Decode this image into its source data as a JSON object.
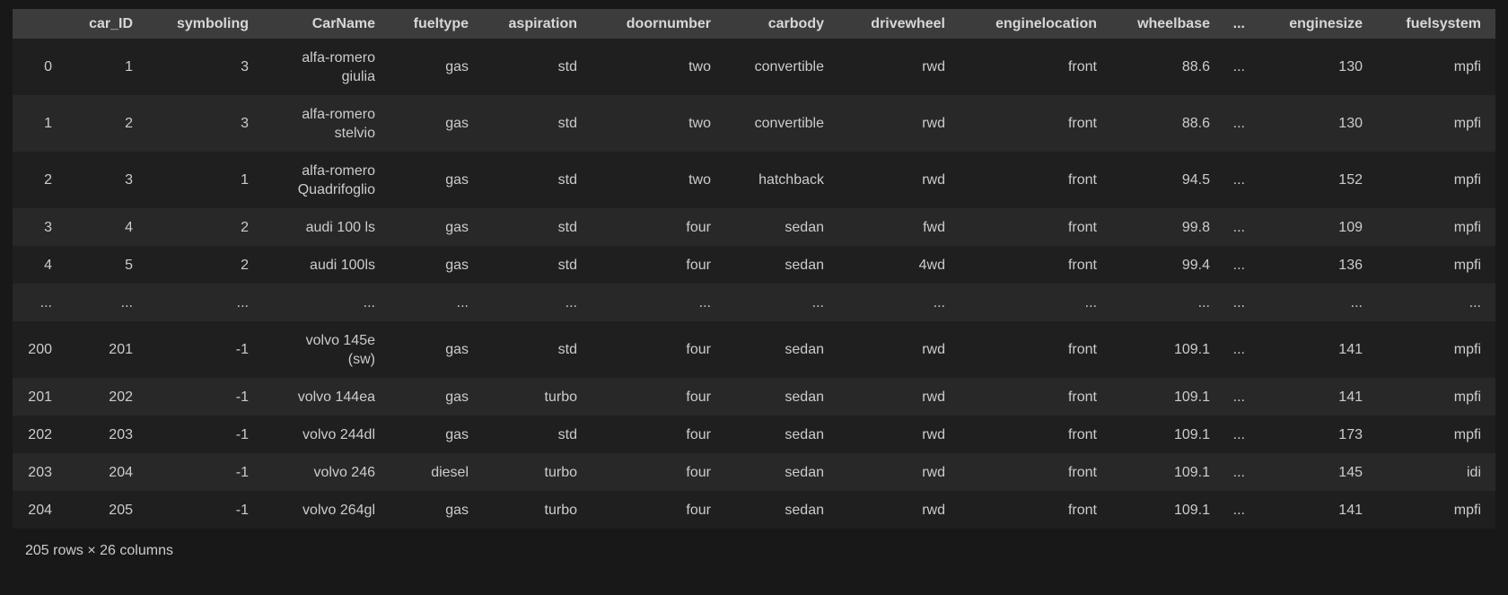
{
  "colors": {
    "page_bg": "#181818",
    "row_dark": "#1f1f1f",
    "row_light": "#282828",
    "header_bg": "#3c3c3c",
    "text": "#cccccc",
    "header_text": "#d7d7d7"
  },
  "table": {
    "columns": [
      "",
      "car_ID",
      "symboling",
      "CarName",
      "fueltype",
      "aspiration",
      "doornumber",
      "carbody",
      "drivewheel",
      "enginelocation",
      "wheelbase",
      "...",
      "enginesize",
      "fuelsystem"
    ],
    "rows": [
      [
        "0",
        "1",
        "3",
        "alfa-romero giulia",
        "gas",
        "std",
        "two",
        "convertible",
        "rwd",
        "front",
        "88.6",
        "...",
        "130",
        "mpfi"
      ],
      [
        "1",
        "2",
        "3",
        "alfa-romero stelvio",
        "gas",
        "std",
        "two",
        "convertible",
        "rwd",
        "front",
        "88.6",
        "...",
        "130",
        "mpfi"
      ],
      [
        "2",
        "3",
        "1",
        "alfa-romero Quadrifoglio",
        "gas",
        "std",
        "two",
        "hatchback",
        "rwd",
        "front",
        "94.5",
        "...",
        "152",
        "mpfi"
      ],
      [
        "3",
        "4",
        "2",
        "audi 100 ls",
        "gas",
        "std",
        "four",
        "sedan",
        "fwd",
        "front",
        "99.8",
        "...",
        "109",
        "mpfi"
      ],
      [
        "4",
        "5",
        "2",
        "audi 100ls",
        "gas",
        "std",
        "four",
        "sedan",
        "4wd",
        "front",
        "99.4",
        "...",
        "136",
        "mpfi"
      ],
      [
        "...",
        "...",
        "...",
        "...",
        "...",
        "...",
        "...",
        "...",
        "...",
        "...",
        "...",
        "...",
        "...",
        "..."
      ],
      [
        "200",
        "201",
        "-1",
        "volvo 145e (sw)",
        "gas",
        "std",
        "four",
        "sedan",
        "rwd",
        "front",
        "109.1",
        "...",
        "141",
        "mpfi"
      ],
      [
        "201",
        "202",
        "-1",
        "volvo 144ea",
        "gas",
        "turbo",
        "four",
        "sedan",
        "rwd",
        "front",
        "109.1",
        "...",
        "141",
        "mpfi"
      ],
      [
        "202",
        "203",
        "-1",
        "volvo 244dl",
        "gas",
        "std",
        "four",
        "sedan",
        "rwd",
        "front",
        "109.1",
        "...",
        "173",
        "mpfi"
      ],
      [
        "203",
        "204",
        "-1",
        "volvo 246",
        "diesel",
        "turbo",
        "four",
        "sedan",
        "rwd",
        "front",
        "109.1",
        "...",
        "145",
        "idi"
      ],
      [
        "204",
        "205",
        "-1",
        "volvo 264gl",
        "gas",
        "turbo",
        "four",
        "sedan",
        "rwd",
        "front",
        "109.1",
        "...",
        "141",
        "mpfi"
      ]
    ],
    "footer": "205 rows × 26 columns"
  }
}
